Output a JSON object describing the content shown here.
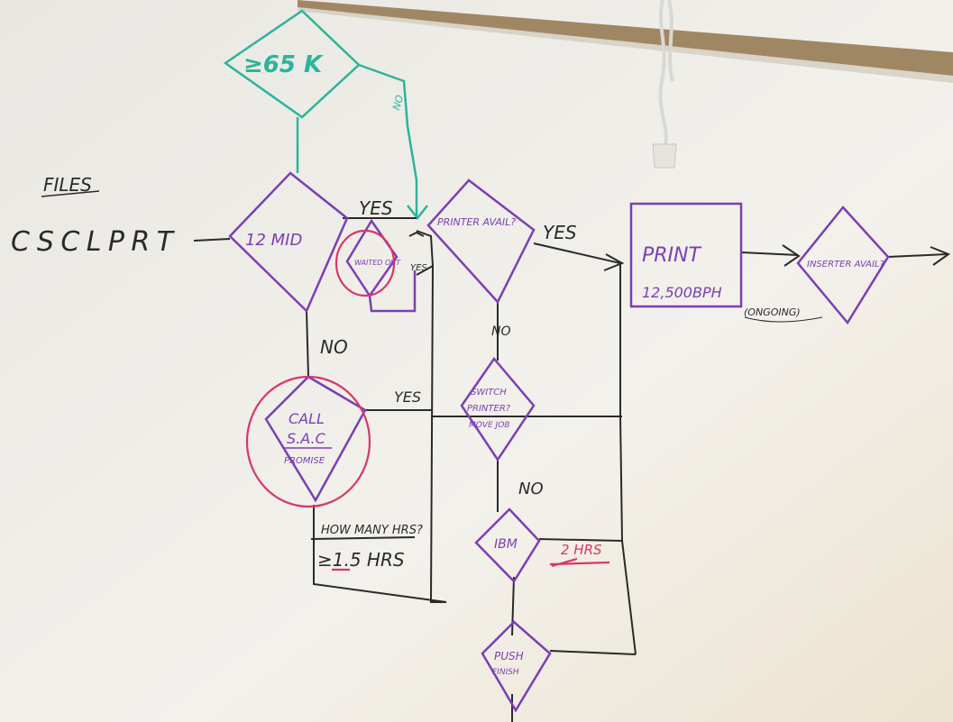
{
  "colors": {
    "board": "#f4f3ef",
    "board_shadow": "#e8e4d8",
    "wood": "#a8906a",
    "purple": "#7a3fb5",
    "teal": "#2bb59a",
    "black": "#2a2a2a",
    "red": "#d8366a"
  },
  "labels": {
    "files": "FILES",
    "cscprt": "CSCLPRT",
    "over65k": "≥65 K",
    "no_teal": "NO",
    "twelve_mid": "12 MID",
    "yes_1": "YES",
    "waited_out": "WAITED OUT",
    "yes_small": "YES",
    "printer_avail": "PRINTER AVAIL?",
    "yes_2": "YES",
    "print_1": "PRINT",
    "print_2": "12,500BPH",
    "ongoing": "(ONGOING)",
    "inserter_avail": "INSERTER AVAIL?",
    "no_1": "NO",
    "call_1": "CALL",
    "call_2": "S.A.C",
    "call_3": "PROMISE",
    "yes_3": "YES",
    "no_2": "NO",
    "switch_1": "SWITCH",
    "switch_2": "PRINTER?",
    "switch_3": "MOVE JOB",
    "no_3": "NO",
    "how_many": "HOW MANY HRS?",
    "hrs_15": "≥1.5 HRS",
    "ibm": "IBM",
    "two_hrs": "2 HRS",
    "push_1": "PUSH",
    "push_2": "FINISH"
  }
}
